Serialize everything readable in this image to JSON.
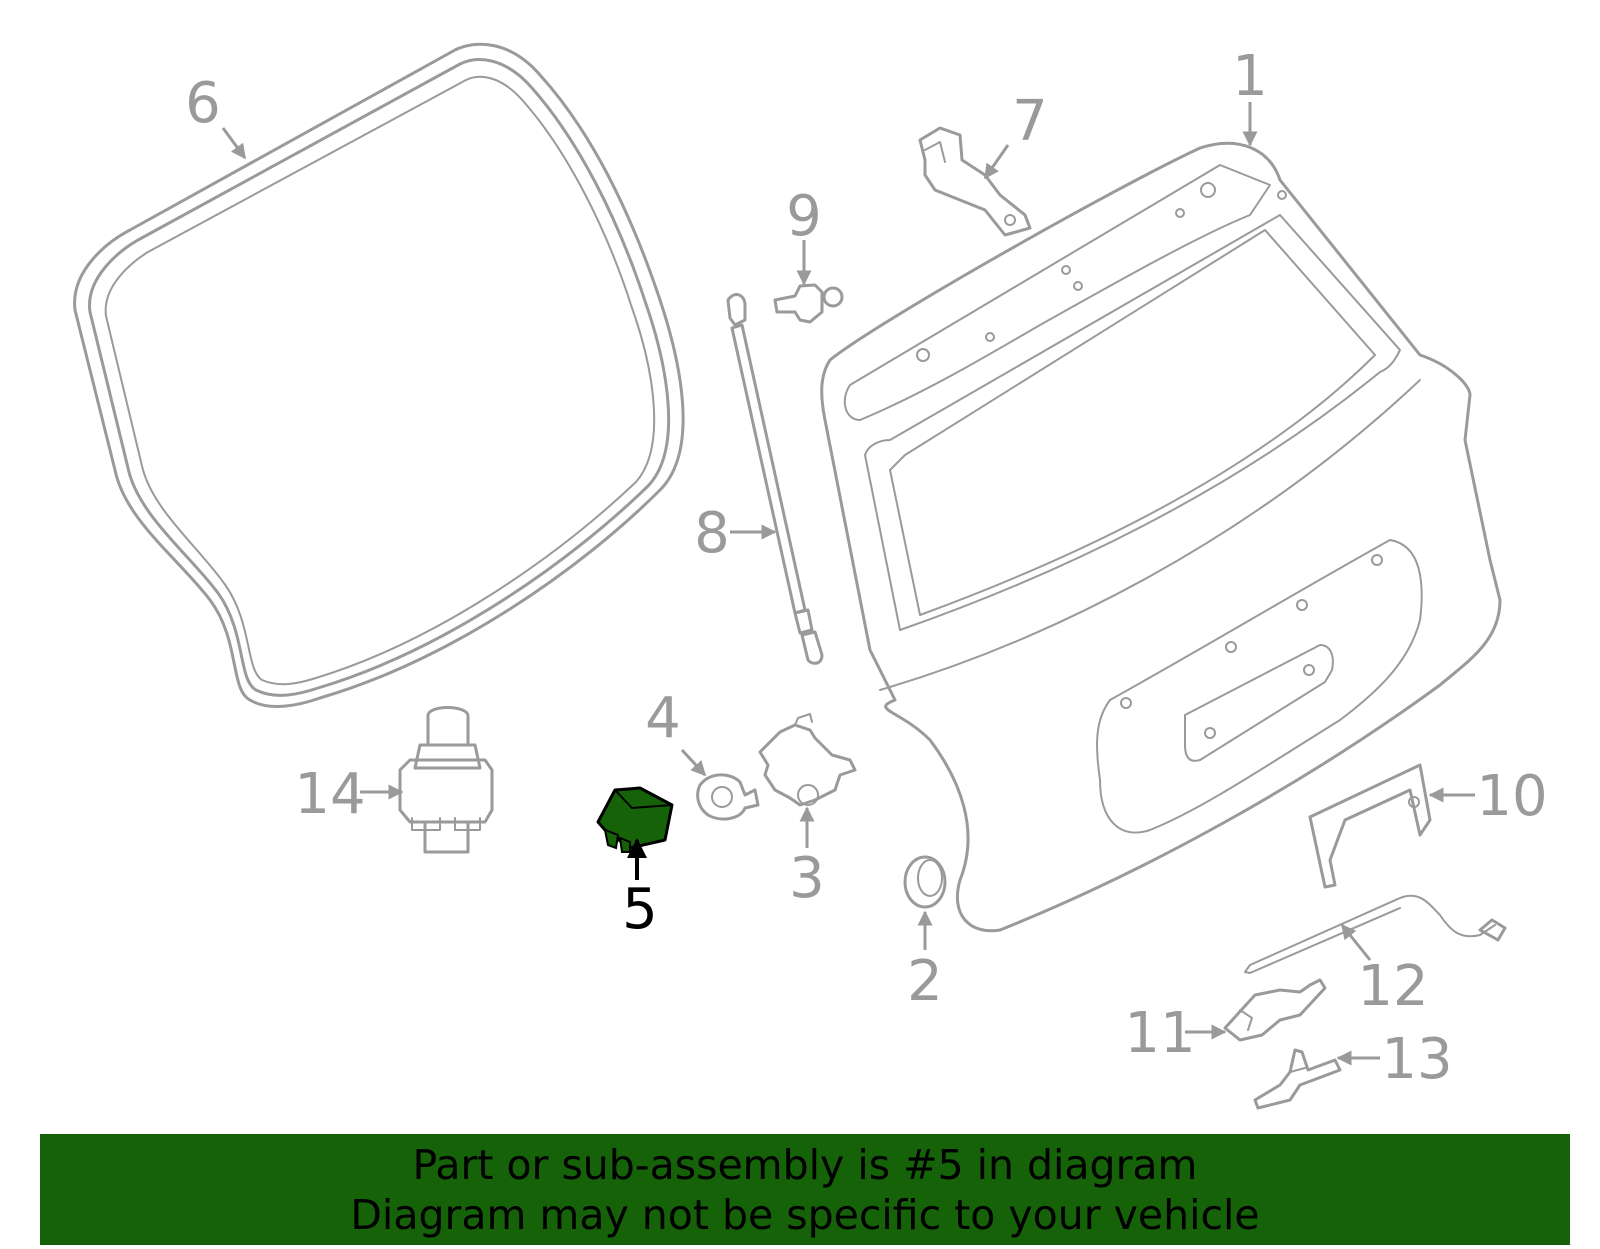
{
  "diagram": {
    "highlighted_part": "5",
    "highlight_color": "#156209",
    "part_color": "#9a9a9a",
    "callouts": [
      {
        "id": "1",
        "label": "1"
      },
      {
        "id": "2",
        "label": "2"
      },
      {
        "id": "3",
        "label": "3"
      },
      {
        "id": "4",
        "label": "4"
      },
      {
        "id": "5",
        "label": "5"
      },
      {
        "id": "6",
        "label": "6"
      },
      {
        "id": "7",
        "label": "7"
      },
      {
        "id": "8",
        "label": "8"
      },
      {
        "id": "9",
        "label": "9"
      },
      {
        "id": "10",
        "label": "10"
      },
      {
        "id": "11",
        "label": "11"
      },
      {
        "id": "12",
        "label": "12"
      },
      {
        "id": "13",
        "label": "13"
      },
      {
        "id": "14",
        "label": "14"
      }
    ]
  },
  "banner": {
    "line1": "Part or sub-assembly is #5 in diagram",
    "line2": "Diagram may not be specific to your vehicle",
    "background": "#156209"
  }
}
